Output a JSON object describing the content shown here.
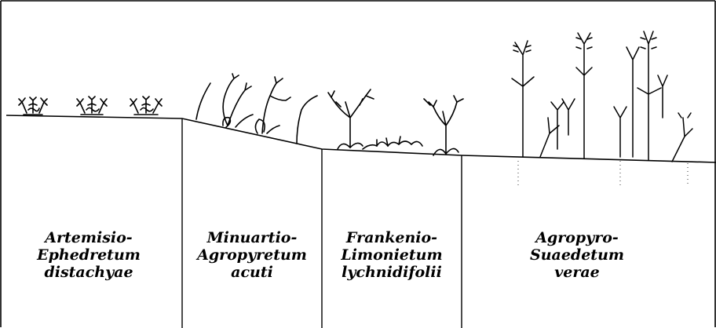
{
  "colors": {
    "ink": "#000000",
    "paper": "#ffffff"
  },
  "communities": [
    {
      "lines": [
        "Artemisio-",
        "Ephedretum",
        "distachyae"
      ]
    },
    {
      "lines": [
        "Minuartio-",
        "Agropyretum",
        "acuti"
      ]
    },
    {
      "lines": [
        "Frankenio-",
        "Limonietum",
        "lychnidifolii"
      ]
    },
    {
      "lines": [
        "Agropyro-",
        "Suaedetum",
        "verae"
      ]
    }
  ]
}
